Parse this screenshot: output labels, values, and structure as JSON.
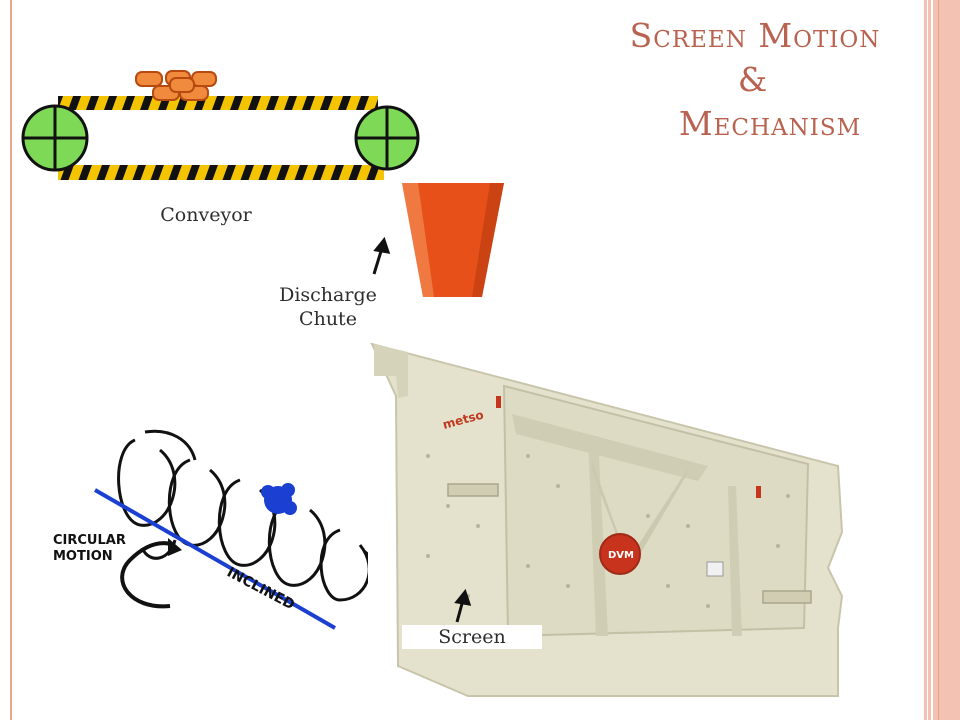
{
  "slide": {
    "title_line1": "Screen Motion",
    "title_line2": "&",
    "title_line3": "Mechanism"
  },
  "labels": {
    "conveyor": "Conveyor",
    "discharge_chute": "Discharge\nChute",
    "screen": "Screen"
  },
  "diagram_text": {
    "circular_motion_line1": "CIRCULAR",
    "circular_motion_line2": "MOTION",
    "inclined": "INCLINED"
  },
  "screen_photo": {
    "brand_text": "metso",
    "badge_text": "DVM"
  },
  "colors": {
    "title": "#b8624f",
    "accent_band": "#f4c2b2",
    "roller_green": "#7ed957",
    "belt_yellow": "#f5c400",
    "chute_orange": "#e8501a",
    "rock_orange": "#f08a3c",
    "incline_blue": "#1a3fd1"
  }
}
